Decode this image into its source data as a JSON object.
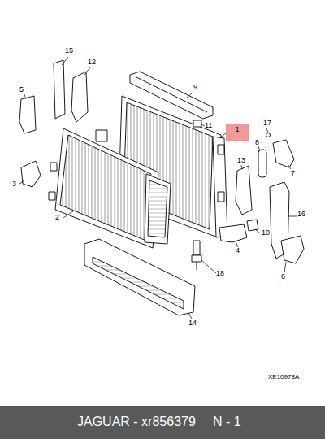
{
  "diagram": {
    "nodes": [
      {
        "text": [
          "1"
        ]
      },
      {
        "text": [
          "JAGUAR - xr856379",
          "N - 1"
        ]
      }
    ],
    "labels": [
      "15",
      "12",
      "5",
      "9",
      "11",
      "17",
      "8",
      "13",
      "7",
      "3",
      "2",
      "16",
      "10",
      "4",
      "6",
      "18",
      "14",
      "XE10978A"
    ]
  }
}
